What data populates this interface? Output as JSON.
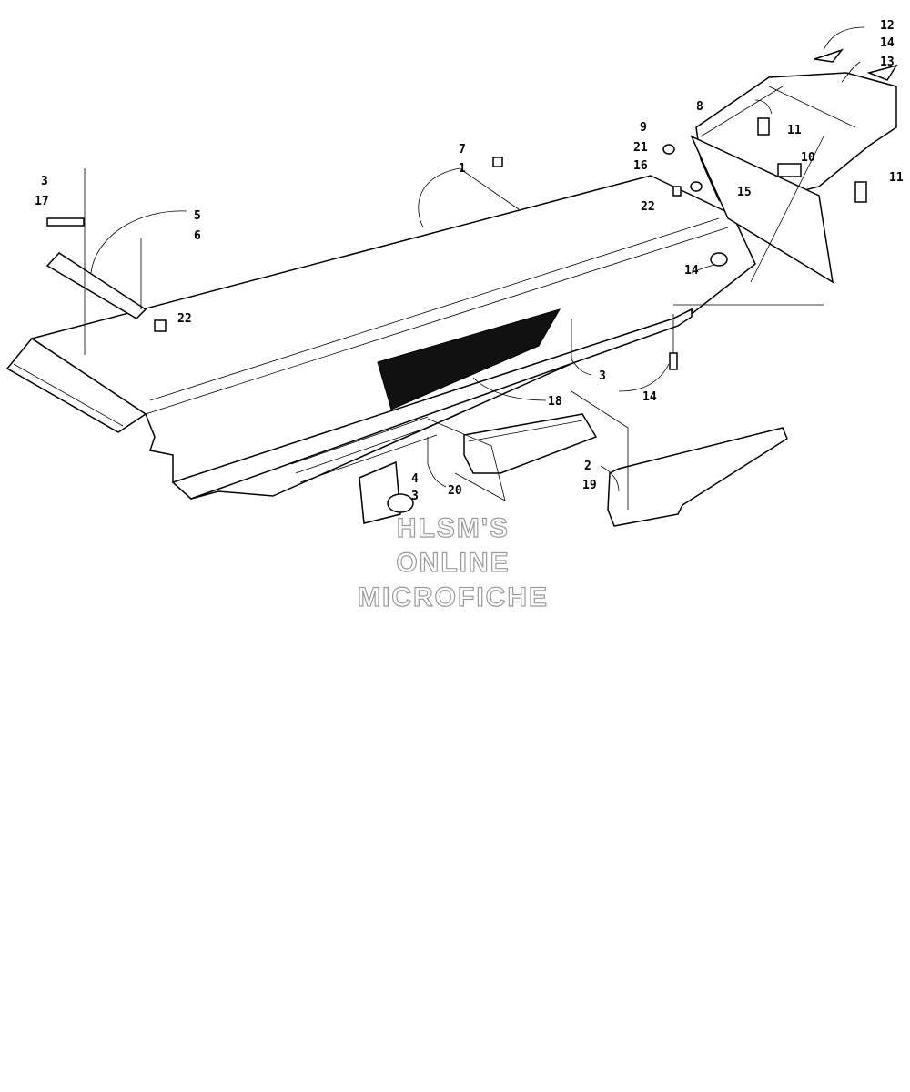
{
  "watermark": {
    "line1": "HLSM'S",
    "line2": "ONLINE",
    "line3": "MICROFICHE"
  },
  "callouts": {
    "c1": "1",
    "c2": "2",
    "c3a": "3",
    "c3b": "3",
    "c3c": "3",
    "c4": "4",
    "c5": "5",
    "c6": "6",
    "c7": "7",
    "c8": "8",
    "c9": "9",
    "c10": "10",
    "c11a": "11",
    "c11b": "11",
    "c12": "12",
    "c13": "13",
    "c14a": "14",
    "c14b": "14",
    "c14c": "14",
    "c15": "15",
    "c16": "16",
    "c17": "17",
    "c18": "18",
    "c19": "19",
    "c20": "20",
    "c21": "21",
    "c22a": "22",
    "c22b": "22"
  }
}
